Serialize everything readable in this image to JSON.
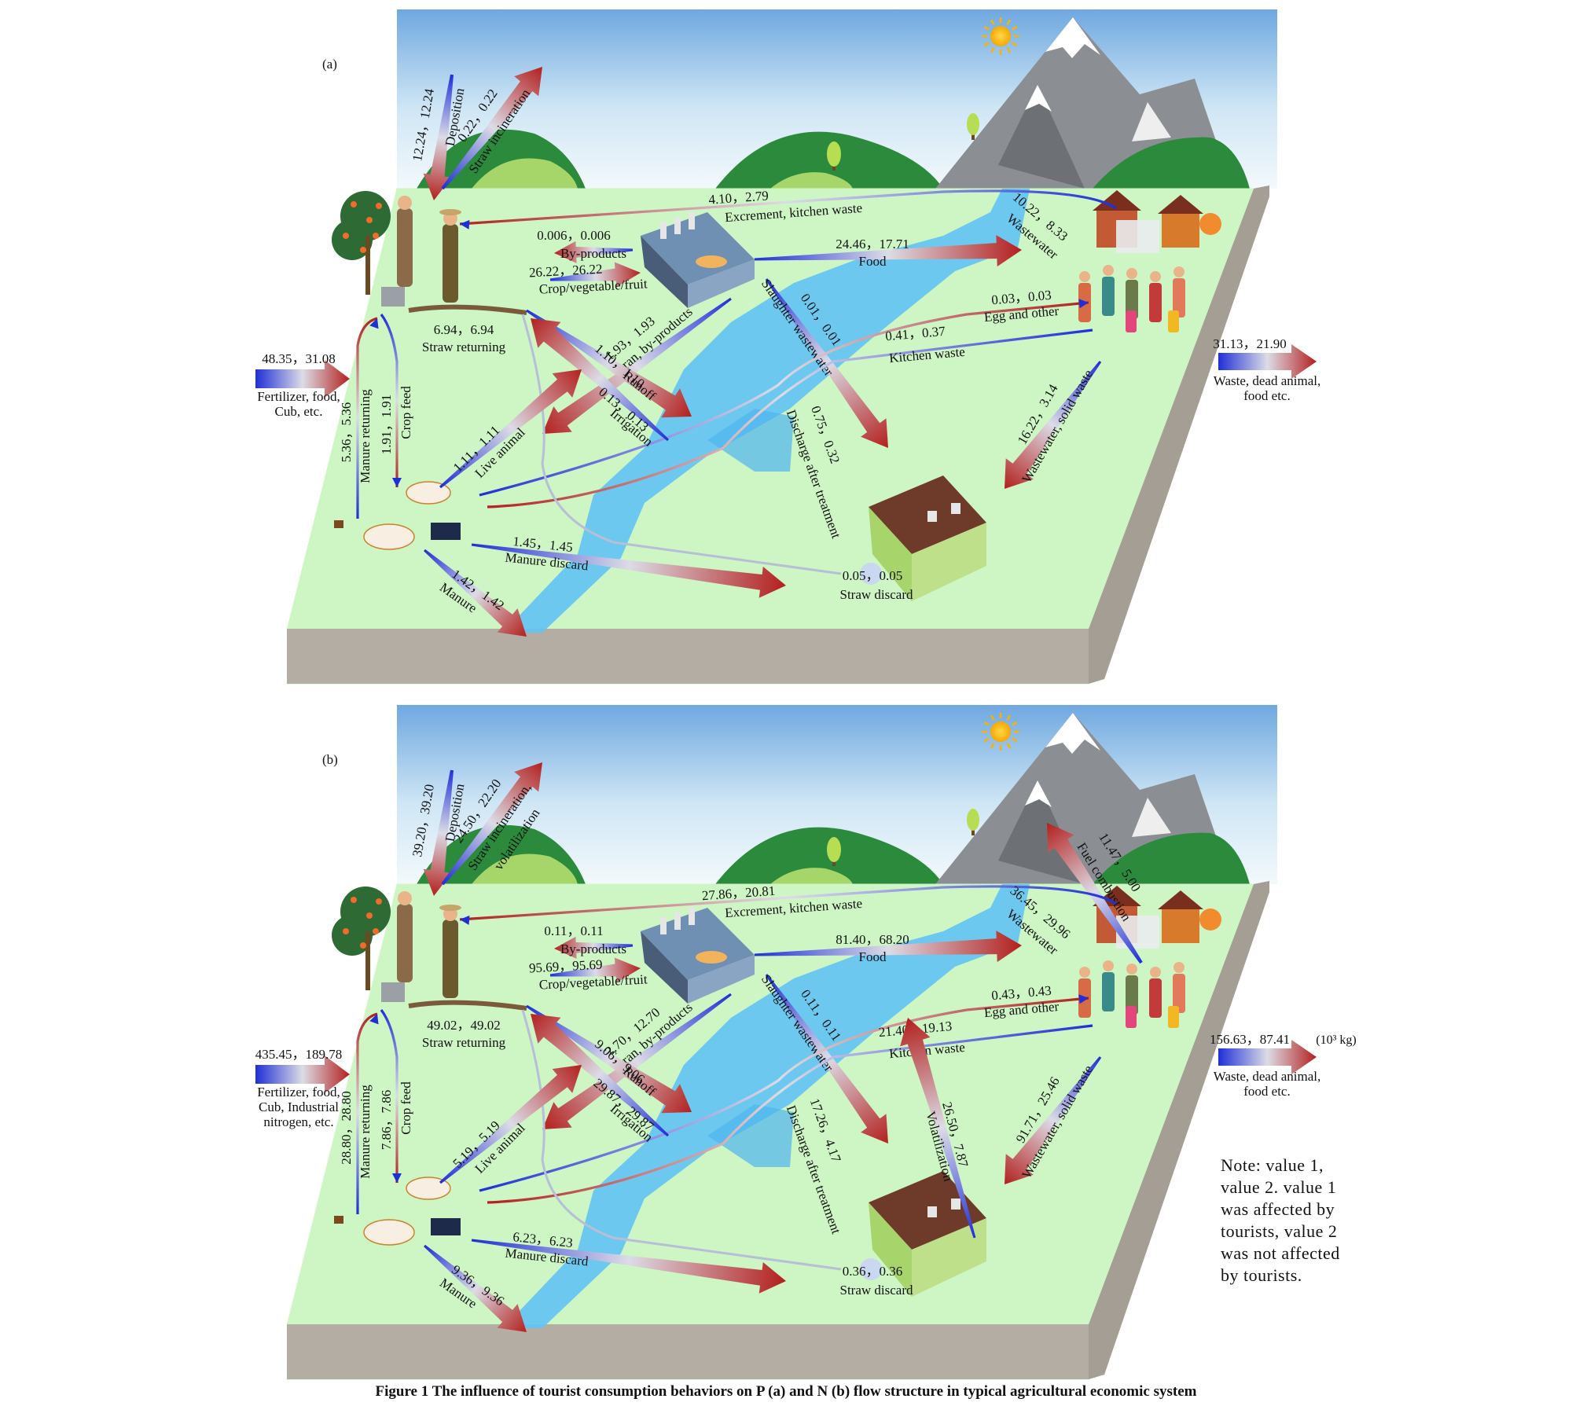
{
  "caption": "Figure 1  The influence of tourist consumption behaviors on P (a) and N (b) flow structure in typical agricultural economic system",
  "note_lines": [
    "Note: value 1,",
    "value 2. value 1",
    "was affected by",
    "tourists, value 2",
    "was not affected",
    "by tourists."
  ],
  "colors": {
    "arrow_start": "#1f2fd6",
    "arrow_end": "#b3201e",
    "land": "#cdf5c6",
    "river": "#63c3f5",
    "sky_top": "#7fb6e8",
    "sky_bottom": "#e9f4fb",
    "soil": "#b4ada3"
  },
  "panels": [
    {
      "id": "a",
      "letter": "(a)",
      "input": {
        "values": "48.35，31.08",
        "lines": [
          "Fertilizer, food,",
          "Cub, etc."
        ]
      },
      "output": {
        "values": "31.13，21.90",
        "unit": "",
        "lines": [
          "Waste, dead animal,",
          "food etc."
        ]
      },
      "flows": {
        "deposition": {
          "values": "12.24，12.24",
          "label": "Deposition"
        },
        "straw_incineration": {
          "values": "0.22，0.22",
          "label": "Straw incineration"
        },
        "excrement": {
          "values": "4.10，2.79",
          "label": "Excrement, kitchen waste"
        },
        "wastewater_tourist": {
          "values": "10.22，8.33",
          "label": "Wastewater"
        },
        "by_products": {
          "values": "0.006，0.006",
          "label": "By-products"
        },
        "crop": {
          "values": "26.22，26.22",
          "label": "Crop/vegetable/fruit"
        },
        "food": {
          "values": "24.46，17.71",
          "label": "Food"
        },
        "slaughter": {
          "values": "0.01，0.01",
          "label": "Slaughter wastewater"
        },
        "egg": {
          "values": "0.03，0.03",
          "label": "Egg and other"
        },
        "kitchen": {
          "values": "0.41，0.37",
          "label": "Kitchen waste"
        },
        "straw_returning": {
          "values": "6.94，6.94",
          "label": "Straw returning"
        },
        "bran": {
          "values": "1.93，1.93",
          "label": "Bran, by-products"
        },
        "runoff": {
          "values": "1.10，1.10",
          "label": "Runoff"
        },
        "irrigation": {
          "values": "0.13，0.13",
          "label": "Irrigation"
        },
        "live_animal": {
          "values": "1.11，1.11",
          "label": "Live animal"
        },
        "manure_returning": {
          "values": "5.36，5.36",
          "label": "Manure returning"
        },
        "crop_feed": {
          "values": "1.91，1.91",
          "label": "Crop feed"
        },
        "discharge": {
          "values": "0.75，0.32",
          "label": "Discharge after treatment"
        },
        "wastewater_solid": {
          "values": "16.22，3.14",
          "label": "Wastewater, solid waste"
        },
        "manure_discard": {
          "values": "1.45，1.45",
          "label": "Manure discard"
        },
        "straw_discard": {
          "values": "0.05，0.05",
          "label": "Straw discard"
        },
        "manure": {
          "values": "1.42，1.42",
          "label": "Manure"
        }
      }
    },
    {
      "id": "b",
      "letter": "(b)",
      "input": {
        "values": "435.45，189.78",
        "lines": [
          "Fertilizer, food,",
          "Cub, Industrial",
          "nitrogen, etc."
        ]
      },
      "output": {
        "values": "156.63，87.41",
        "unit": "(10³ kg)",
        "lines": [
          "Waste, dead animal,",
          "food etc."
        ]
      },
      "flows": {
        "deposition": {
          "values": "39.20，39.20",
          "label": "Deposition"
        },
        "straw_incineration": {
          "values": "24.50，22.20",
          "label": "Straw incineration,",
          "label2": "volatilization"
        },
        "fuel": {
          "values": "11.47，5.00",
          "label": "Fuel combustion"
        },
        "excrement": {
          "values": "27.86，20.81",
          "label": "Excrement, kitchen waste"
        },
        "wastewater_tourist": {
          "values": "36.45，29.96",
          "label": "Wastewater"
        },
        "by_products": {
          "values": "0.11，0.11",
          "label": "By-products"
        },
        "crop": {
          "values": "95.69，95.69",
          "label": "Crop/vegetable/fruit"
        },
        "food": {
          "values": "81.40，68.20",
          "label": "Food"
        },
        "slaughter": {
          "values": "0.11，0.11",
          "label": "Slaughter wastewater"
        },
        "egg": {
          "values": "0.43，0.43",
          "label": "Egg and other"
        },
        "kitchen": {
          "values": "21.40，19.13",
          "label": "Kitchen waste"
        },
        "straw_returning": {
          "values": "49.02，49.02",
          "label": "Straw returning"
        },
        "bran": {
          "values": "12.70，12.70",
          "label": "Bran, by-products"
        },
        "runoff": {
          "values": "9.06，9.06",
          "label": "Runoff"
        },
        "irrigation": {
          "values": "29.87，29.87",
          "label": "Irrigation"
        },
        "live_animal": {
          "values": "5.19，5.19",
          "label": "Live animal"
        },
        "manure_returning": {
          "values": "28.80，28.80",
          "label": "Manure returning"
        },
        "crop_feed": {
          "values": "7.86，7.86",
          "label": "Crop feed"
        },
        "discharge": {
          "values": "17.26，4.17",
          "label": "Discharge after treatment"
        },
        "volatilization": {
          "values": "26.50，7.87",
          "label": "Volatilization"
        },
        "wastewater_solid": {
          "values": "91.71，25.46",
          "label": "Wastewater, solid waste"
        },
        "manure_discard": {
          "values": "6.23，6.23",
          "label": "Manure discard"
        },
        "straw_discard": {
          "values": "0.36，0.36",
          "label": "Straw discard"
        },
        "manure": {
          "values": "9.36，9.36",
          "label": "Manure"
        }
      }
    }
  ]
}
